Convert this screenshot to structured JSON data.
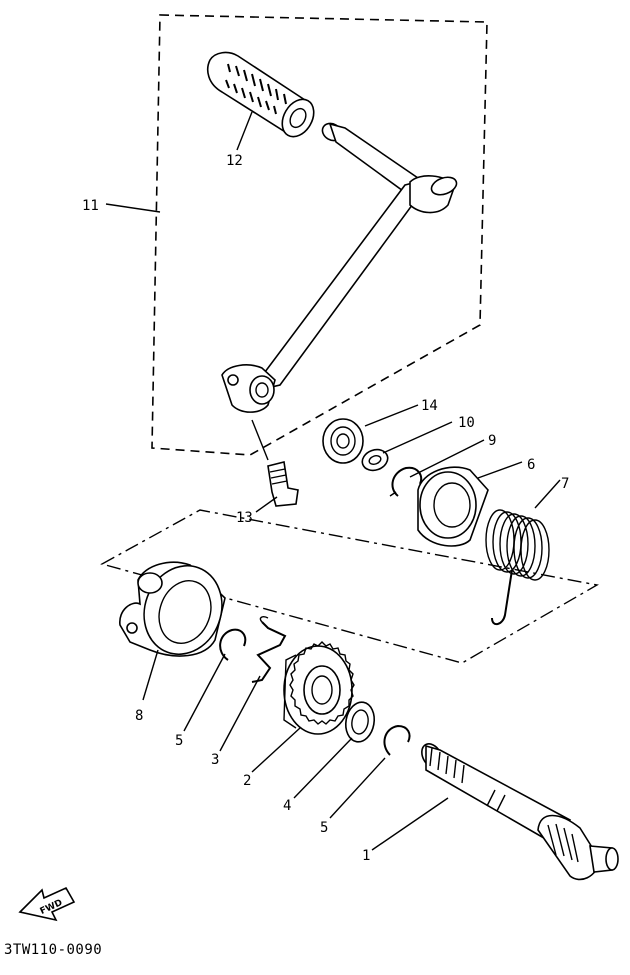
{
  "diagram": {
    "labels": {
      "p1": "1",
      "p2": "2",
      "p3": "3",
      "p4": "4",
      "p5a": "5",
      "p5b": "5",
      "p6": "6",
      "p7": "7",
      "p8": "8",
      "p9": "9",
      "p10": "10",
      "p11": "11",
      "p12": "12",
      "p13": "13",
      "p14": "14"
    },
    "fwd_label": "FWD",
    "drawing_code": "3TW110-0090"
  }
}
